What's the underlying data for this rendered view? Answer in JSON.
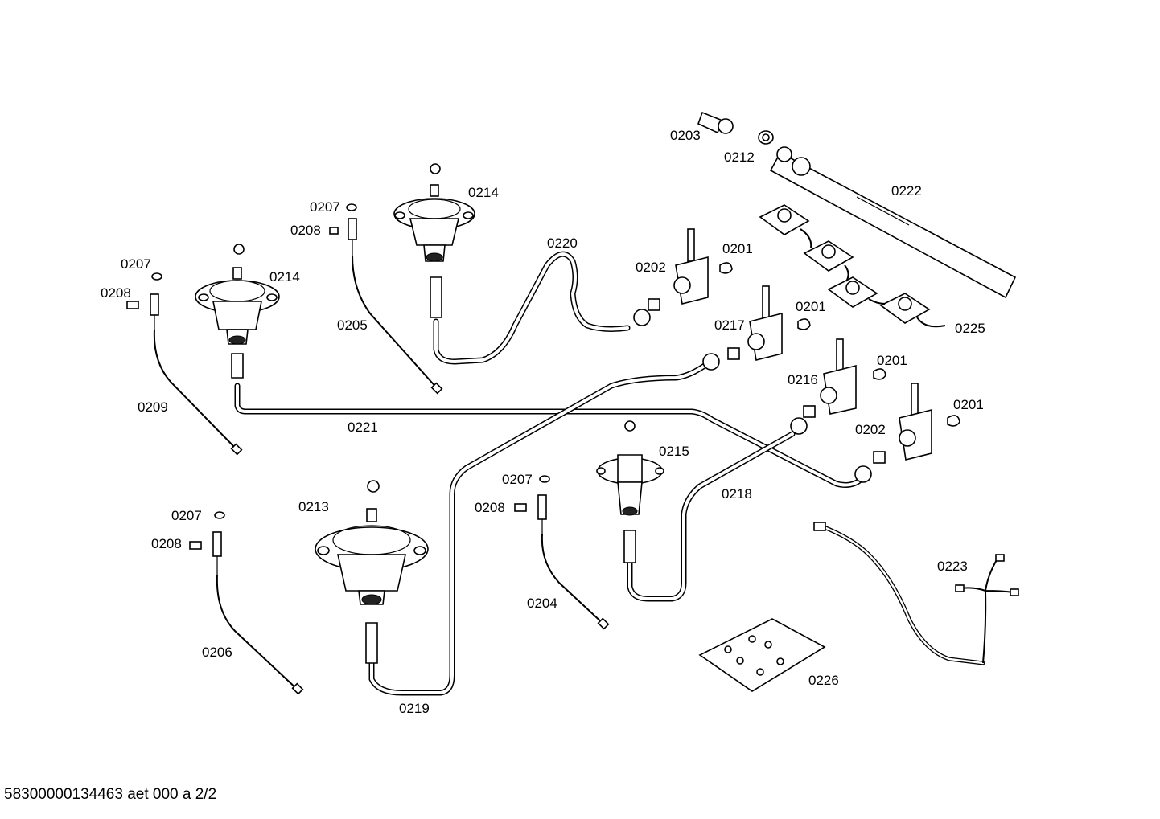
{
  "footer": {
    "code": "58300000134463 aet 000 a 2/2"
  },
  "labels": {
    "l0203": "0203",
    "l0212": "0212",
    "l0222": "0222",
    "l0214a": "0214",
    "l0207a": "0207",
    "l0208a": "0208",
    "l0220": "0220",
    "l0201a": "0201",
    "l0202a": "0202",
    "l0207b": "0207",
    "l0214b": "0214",
    "l0208b": "0208",
    "l0205": "0205",
    "l0217": "0217",
    "l0201b": "0201",
    "l0225": "0225",
    "l0201c": "0201",
    "l0216": "0216",
    "l0209": "0209",
    "l0221": "0221",
    "l0201d": "0201",
    "l0202b": "0202",
    "l0215": "0215",
    "l0207c": "0207",
    "l0213": "0213",
    "l0218": "0218",
    "l0208c": "0208",
    "l0207d": "0207",
    "l0208d": "0208",
    "l0204": "0204",
    "l0223": "0223",
    "l0206": "0206",
    "l0226": "0226",
    "l0219": "0219"
  }
}
